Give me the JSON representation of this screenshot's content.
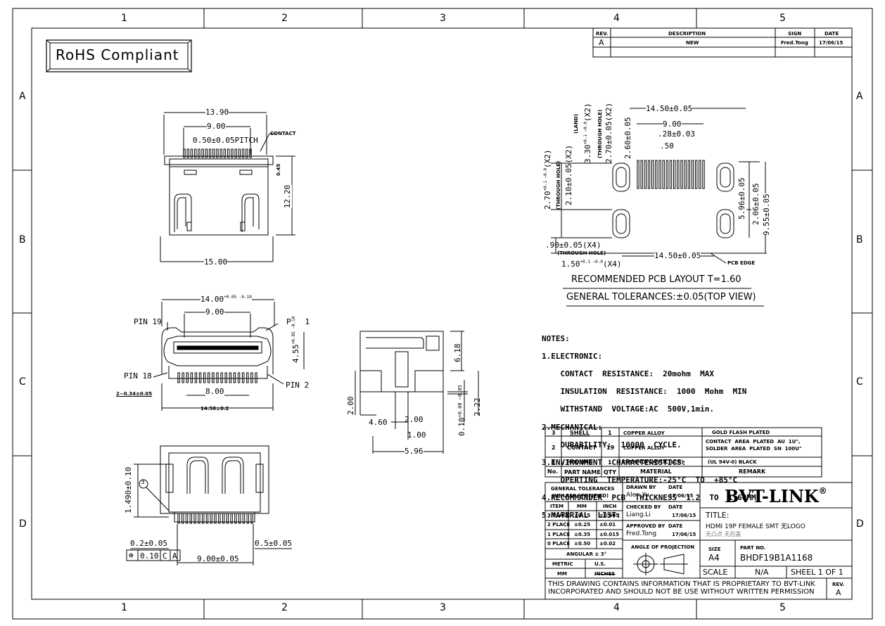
{
  "zones": {
    "columns": [
      "1",
      "2",
      "3",
      "4",
      "5"
    ],
    "rows": [
      "A",
      "B",
      "C",
      "D"
    ]
  },
  "rohs": "RoHS Compliant",
  "revision_table": {
    "headers": [
      "REV.",
      "DESCRIPTION",
      "SIGN",
      "DATE"
    ],
    "row": [
      "A",
      "NEW",
      "Fred.Tong",
      "17/06/15"
    ]
  },
  "top_view": {
    "d_width_top": "13.90",
    "d_inner": "9.00",
    "d_pitch": "0.50±0.05PITCH",
    "contact_label": "CONTACT",
    "d_045": "0.45",
    "d_height": "12.20",
    "d_width_bottom": "15.00"
  },
  "front_view": {
    "d_width": "14.00",
    "d_width_tol": "+0.05 -0.10",
    "d_inner": "9.00",
    "pin19": "PIN  19",
    "pin1": "PIN  1",
    "pin18": "PIN  18",
    "pin2": "PIN  2",
    "d_height": "4.55",
    "d_height_tol": "+0.05 -0.10",
    "d_800": "8.00",
    "d_034": "2−0.34±0.05",
    "d_1450": "14.50±0.2"
  },
  "side_view": {
    "d_618": "6.18",
    "d_200_left": "2.00",
    "d_460": "4.60",
    "d_200_mid": "2.00",
    "d_100": "1.00",
    "d_596": "5.96",
    "d_010": "0.10",
    "d_010_tol": "+0.08 −0.05",
    "d_222": "2.22"
  },
  "bottom_view": {
    "d_1490": "1.490±0.10",
    "balloon": "3",
    "d_02": "0.2±0.05",
    "d_05": "0.5±0.05",
    "d_900": "9.00±0.05",
    "gdt": [
      "⊕",
      "0.10",
      "C",
      "A"
    ]
  },
  "pcb_layout": {
    "d_1450_top": "14.50±0.05",
    "d_900": "9.00",
    "d_028": ".28±0.03",
    "d_050": ".50",
    "d_260": "2.60±0.05",
    "d_270_x2": "2.70±0.05(X2)",
    "through_hole_a": "(THROUGH HOLE)",
    "d_330": "3.30",
    "d_330_tol": "+0.1 −0.0",
    "d_330_x2": "(X2)",
    "land": "(LAND)",
    "d_210": "2.10±0.05(X2)",
    "through_hole_b": "(THROUGH HOLE)",
    "d_270b": "2.70",
    "d_270b_tol": "+0.1 −0.0",
    "d_270b_x2": "(X2)",
    "d_596": "5.96±0.05",
    "d_206": "2.06±0.05",
    "d_955": "9.55±0.05",
    "d_090": ".90±0.05(X4)",
    "through_hole_c": "(THROUGH HOLE)",
    "d_1450_bottom": "14.50±0.05",
    "d_150": "1.50",
    "d_150_tol": "+0.1 −0.0",
    "d_150_x4": "(X4)",
    "pcb_edge": "PCB EDGE",
    "title": "RECOMMENDED  PCB  LAYOUT  T=1.60",
    "tolerance": "GENERAL  TOLERANCES:±0.05(TOP  VIEW)"
  },
  "notes": [
    "NOTES:",
    "1.ELECTRONIC:",
    "    CONTACT  RESISTANCE:  20mohm  MAX",
    "    INSULATION  RESISTANCE:  1000  Mohm  MIN",
    "    WITHSTAND  VOLTAGE:AC  500V,1min.",
    "2.MECHANICAL:",
    "    DURABILITY:  10000  CYCLE.",
    "3.ENVIRONMENT  CHARACTERISTICS:",
    "    OPERTING  TEMPERATURE:-25°C  TO  +85°C",
    "4.RECOMMANDER  PCB  THICKNESS  1.2  TO  1.60MM",
    "5.MATERIAL  LIST:"
  ],
  "material_list": {
    "rows": [
      [
        "3",
        "SHELL",
        "1",
        "COPPER ALLOY",
        "GOLD  FLASH  PLATED"
      ],
      [
        "2",
        "CONTACT",
        "19",
        "COPPER ALLOY",
        "CONTACT  AREA  PLATED  AU  1U\",\nSOLDER  AREA  PLATED  SN  100U\""
      ],
      [
        "1",
        "HOUSING",
        "1",
        "THERMOPLASTIC(LCP)",
        "(UL  94V-0)  BLACK"
      ]
    ],
    "header": [
      "No.",
      "PART  NAME",
      "QTY",
      "MATERIAL",
      "REMARK"
    ]
  },
  "title_block": {
    "general_tol": "GENERAL  TOLERANCES",
    "unless": "(UNLESS  SPECIFIED)",
    "tol_headers": [
      "ITEM",
      "MM",
      "INCH"
    ],
    "tol_rows": [
      [
        "3  PLACE",
        "±0.15",
        "±0.005"
      ],
      [
        "2  PLACE",
        "±0.25",
        "±0.01"
      ],
      [
        "1  PLACE",
        "±0.35",
        "±0.015"
      ],
      [
        "0  PLACE",
        "±0.50",
        "±0.02"
      ]
    ],
    "angular": "ANGULAR  ±  3°",
    "metric": "METRIC",
    "us": "U.S.",
    "mm": "MM",
    "inches": "INCHES",
    "drawn_by_label": "DRAWN  BY",
    "drawn_by": "Alen.Yu",
    "checked_by_label": "CHECKED  BY",
    "checked_by": "Liang.Li",
    "approved_by_label": "APPROVED  BY",
    "approved_by": "Fred.Tong",
    "date_label": "DATE",
    "date": "17/06/15",
    "angle_projection": "ANGLE  OF  PROJECTION",
    "company": "BVT-LINK",
    "title_label": "TITLE:",
    "title": "HDMI  19P  FEMALE  SMT  无LOGO",
    "title_sub": "无凸点  无后盖",
    "size_label": "SIZE",
    "size": "A4",
    "part_no_label": "PART  NO.",
    "part_no": "BHDF19B1A1168",
    "scale_label": "SCALE",
    "scale": "N/A",
    "sheet": "SHEEL  1  OF  1",
    "disclaimer1": "THIS  DRAWING  CONTAINS  INFORMATION  THAT  IS  PROPRIETARY  TO  BVT-LINK",
    "disclaimer2": "INCORPORATED  AND  SHOULD  NOT  BE  USE  WITHOUT  WRITTEN  PERMISSION",
    "rev_label": "REV.",
    "rev": "A"
  }
}
